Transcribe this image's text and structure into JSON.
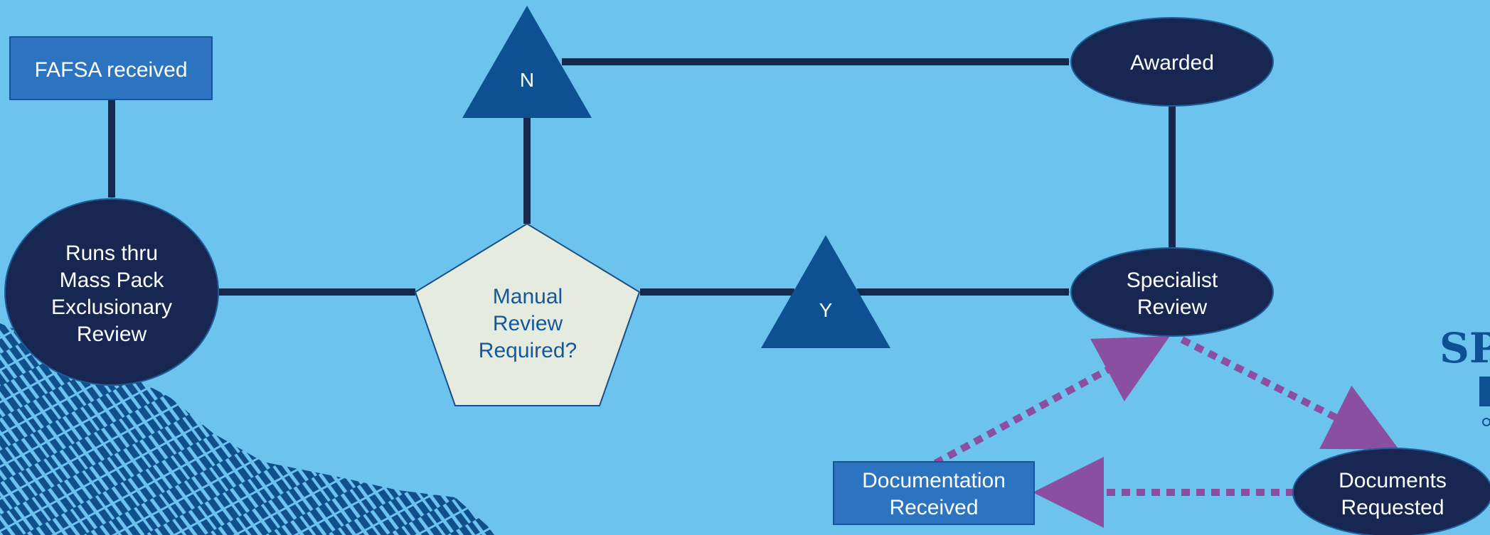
{
  "nodes": {
    "fafsa": {
      "label": "FAFSA received"
    },
    "mass_pack": {
      "lines": [
        "Runs thru",
        "Mass Pack",
        "Exclusionary",
        "Review"
      ]
    },
    "manual_review": {
      "lines": [
        "Manual",
        "Review",
        "Required?"
      ]
    },
    "n_branch": {
      "label": "N"
    },
    "y_branch": {
      "label": "Y"
    },
    "awarded": {
      "label": "Awarded"
    },
    "specialist": {
      "lines": [
        "Specialist",
        "Review"
      ]
    },
    "doc_received": {
      "lines": [
        "Documentation",
        "Received"
      ]
    },
    "doc_requested": {
      "lines": [
        "Documents",
        "Requested"
      ]
    }
  },
  "colors": {
    "background": "#6cc3ee",
    "dark_navy": "#172751",
    "medium_blue": "#0d5192",
    "box_blue": "#2c74c0",
    "pentagon_fill": "#e6ebe0",
    "arrow": "#17284f",
    "dotted_arrow": "#8a4fa1",
    "pattern": "#0f4f8c"
  },
  "edge_label_text": {
    "brand": "SP"
  }
}
